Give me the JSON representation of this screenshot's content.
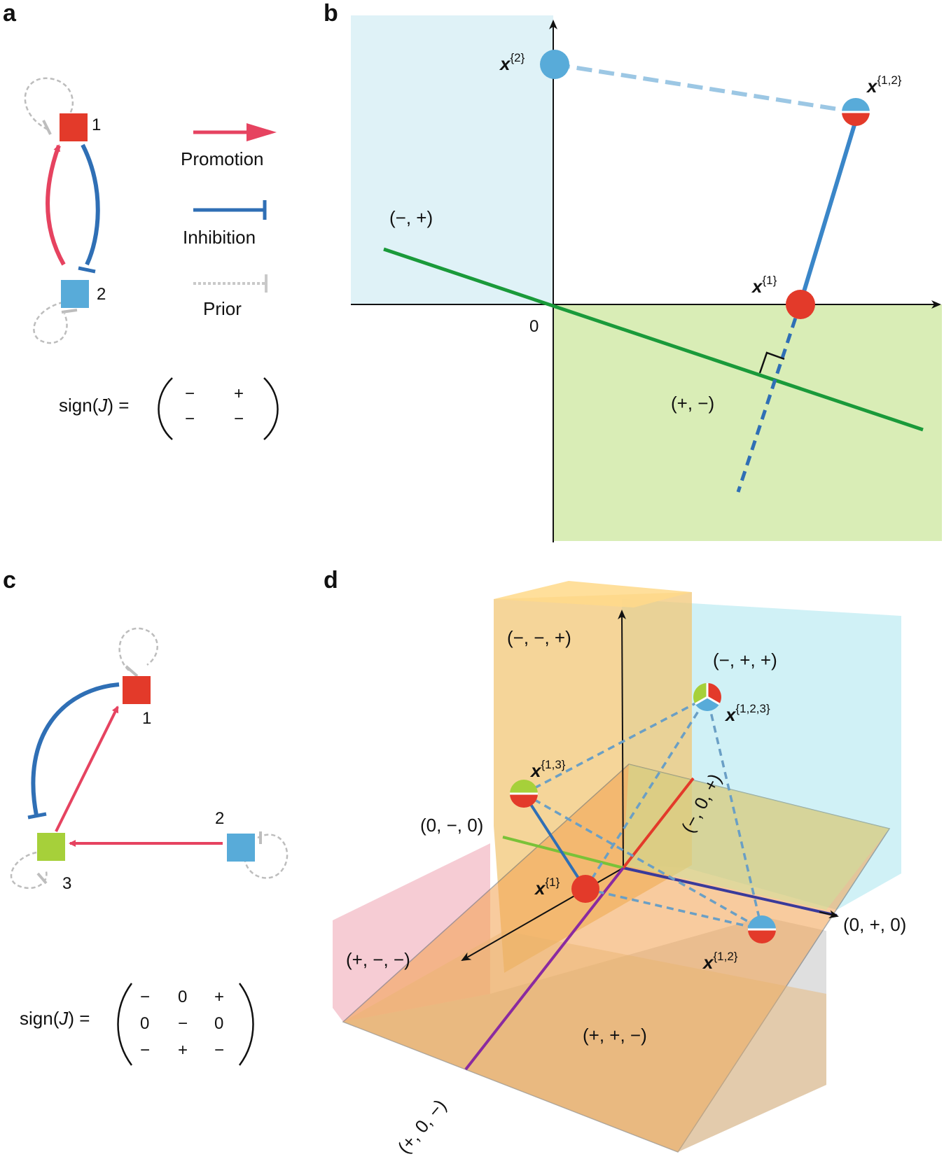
{
  "panels": {
    "a": {
      "label": "a",
      "nodes": [
        "1",
        "2"
      ],
      "legend": {
        "promotion": "Promotion",
        "inhibition": "Inhibition",
        "prior": "Prior"
      },
      "sign_prefix": "sign(",
      "sign_var": "J",
      "sign_suffix": ") =",
      "matrix": [
        [
          "−",
          "+"
        ],
        [
          "−",
          "−"
        ]
      ]
    },
    "b": {
      "label": "b",
      "origin": "0",
      "quadrant_top_left": "(−, +)",
      "quadrant_bottom_right": "(+, −)",
      "point_x": "x",
      "sup_2": "{2}",
      "sup_12": "{1,2}",
      "sup_1": "{1}"
    },
    "c": {
      "label": "c",
      "nodes": [
        "1",
        "2",
        "3"
      ],
      "sign_prefix": "sign(",
      "sign_var": "J",
      "sign_suffix": ") =",
      "matrix": [
        [
          "−",
          "0",
          "+"
        ],
        [
          "0",
          "−",
          "0"
        ],
        [
          "−",
          "+",
          "−"
        ]
      ]
    },
    "d": {
      "label": "d",
      "orthants": {
        "mmp": "(−, −, +)",
        "mpp": "(−, +, +)",
        "zmz": "(0, −, 0)",
        "mzp": "(−, 0, +)",
        "pmm": "(+, −, −)",
        "zpz": "(0, +, 0)",
        "ppm": "(+, +, −)",
        "pzm": "(+, 0, −)"
      },
      "point_x": "x",
      "sup_123": "{1,2,3}",
      "sup_13": "{1,3}",
      "sup_1": "{1}",
      "sup_12": "{1,2}"
    }
  },
  "colors": {
    "promotion": "#e64360",
    "inhibition": "#2f6fb5",
    "prior": "#bdbdbd",
    "node1": "#e33a2a",
    "node2": "#58abd9",
    "node3": "#a6d03a",
    "green_line": "#1a9a3a"
  }
}
